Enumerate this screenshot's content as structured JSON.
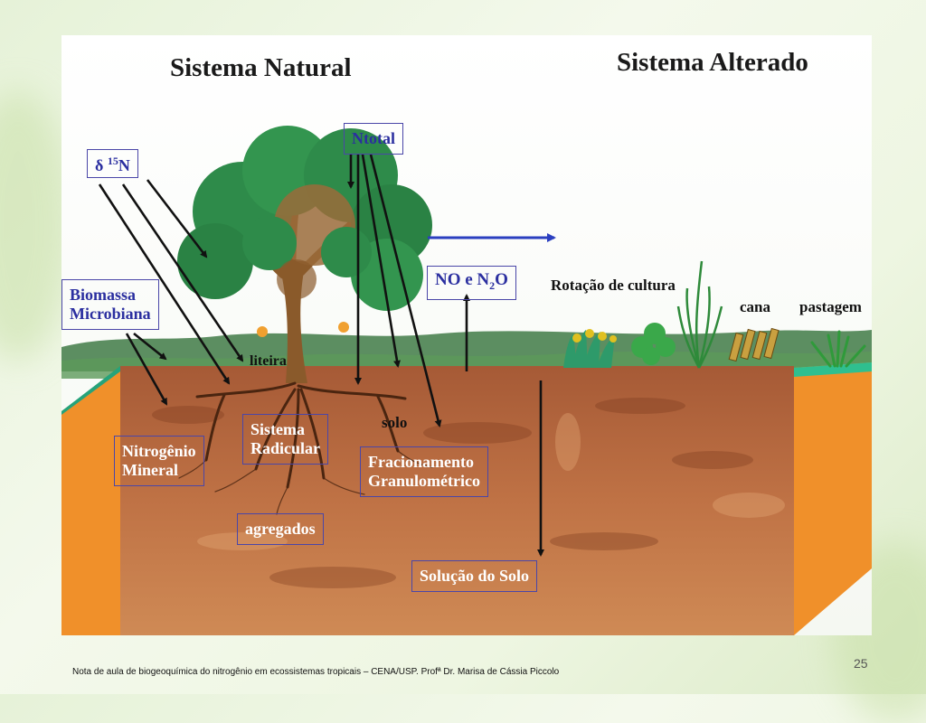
{
  "titles": {
    "natural": "Sistema Natural",
    "altered": "Sistema Alterado"
  },
  "labels": {
    "delta15n_symbol": "δ ",
    "delta15n_sup": "15",
    "delta15n_tail": "N",
    "ntotal": "Ntotal",
    "no_n2o_pre": "NO e N",
    "no_n2o_sub": "2",
    "no_n2o_post": "O",
    "biomassa": "Biomassa\nMicrobiana",
    "liteira": "liteira",
    "solo": "solo",
    "nitrogenio_mineral": "Nitrogênio\nMineral",
    "sistema_radicular": "Sistema\nRadicular",
    "fracionamento": "Fracionamento\nGranulométrico",
    "agregados": "agregados",
    "solucao_solo": "Solução do Solo",
    "rotacao": "Rotação de cultura",
    "cana": "cana",
    "pastagem": "pastagem"
  },
  "footer": {
    "note": "Nota de aula de biogeoquímica  do nitrogênio em ecossistemas tropicais – CENA/USP. Profª Dr. Marisa de Cássia Piccolo",
    "page_number": "25"
  },
  "colors": {
    "label_blue": "#2b2fa0",
    "box_border": "#4a46a8",
    "soil": "#b8643c",
    "soil_side": "#f0902a",
    "grass_top": "#2fbf8f",
    "arrow_blue": "#2b3fc0",
    "canopy": "#2e8b4a"
  }
}
